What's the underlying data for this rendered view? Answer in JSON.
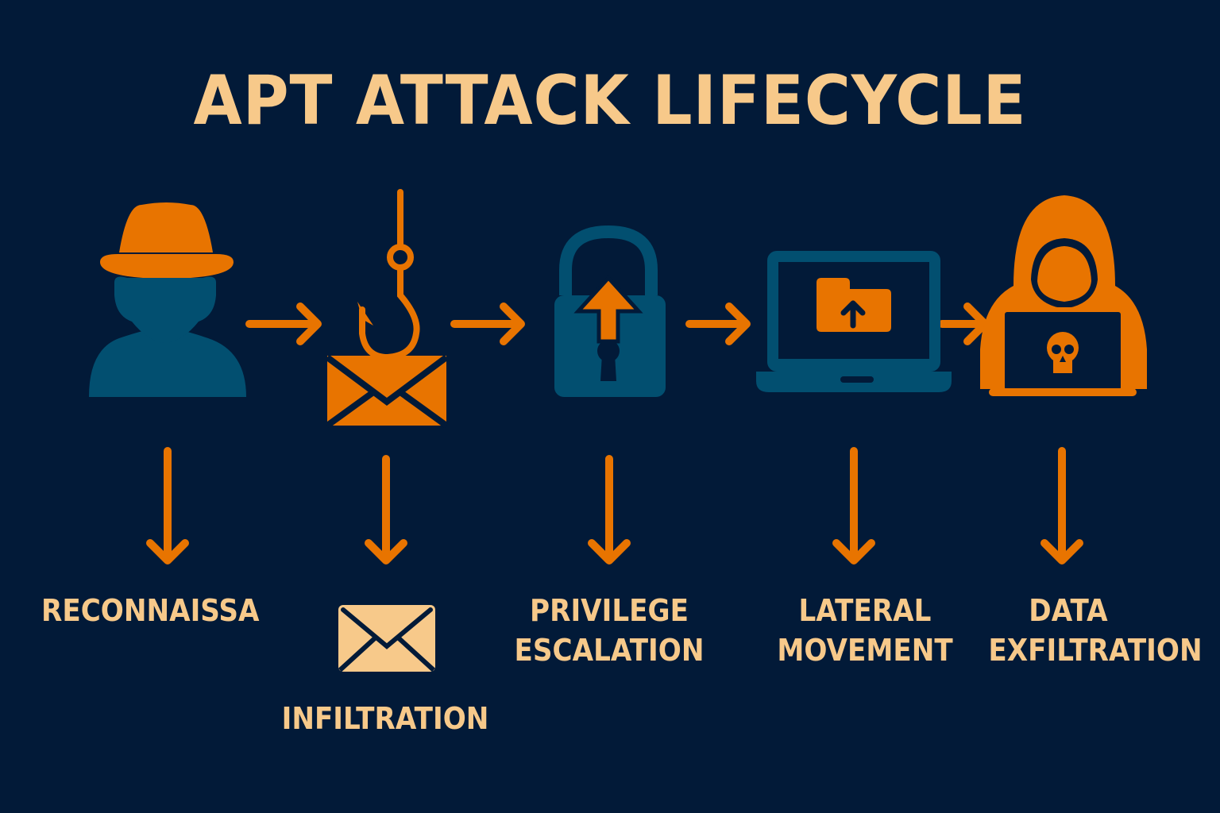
{
  "title": "APT ATTACK LIFECYCLE",
  "colors": {
    "background": "#021a38",
    "orange": "#e87400",
    "blue": "#024f70",
    "label": "#f7c98a"
  },
  "stages": [
    {
      "icon": "spy-hat-person-icon",
      "label_lines": [
        "RECONNAISSA"
      ]
    },
    {
      "icon": "phishing-hook-envelope-icon",
      "label_lines": [
        "INFILTRATION"
      ],
      "sub_icon": "envelope-icon"
    },
    {
      "icon": "padlock-up-arrow-icon",
      "label_lines": [
        "PRIVILEGE",
        "ESCALATION"
      ]
    },
    {
      "icon": "laptop-folder-upload-icon",
      "label_lines": [
        "LATERAL",
        "MOVEMENT"
      ]
    },
    {
      "icon": "hooded-hacker-skull-laptop-icon",
      "label_lines": [
        "DATA",
        "EXFILTRATION"
      ]
    }
  ]
}
